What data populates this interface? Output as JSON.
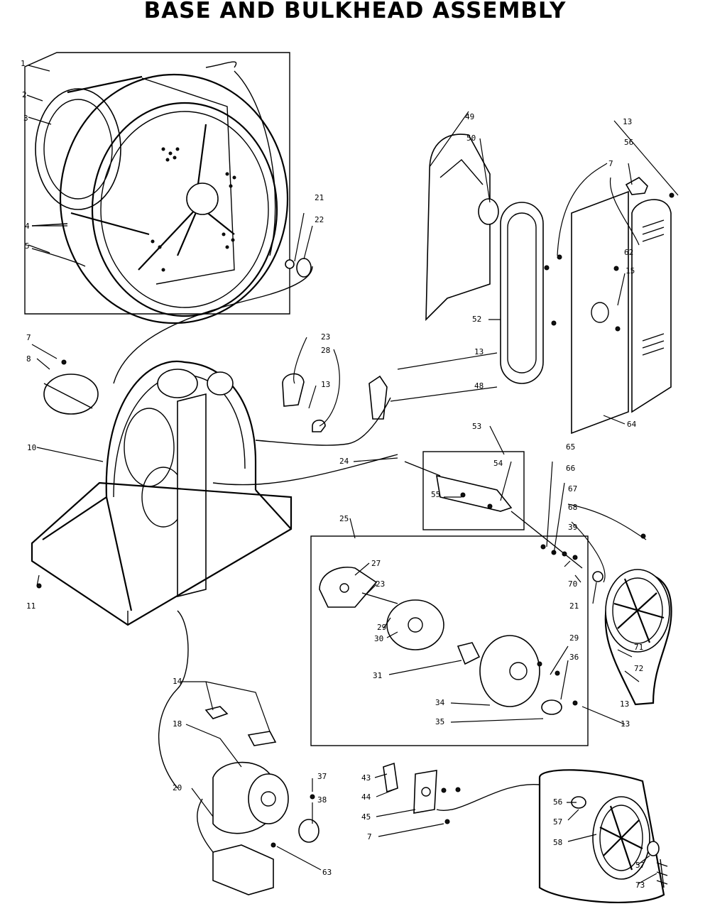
{
  "title": "BASE AND BULKHEAD ASSEMBLY",
  "part_labels": [
    "1",
    "2",
    "3",
    "4",
    "5",
    "21",
    "22",
    "7",
    "8",
    "10",
    "11",
    "23",
    "28",
    "13",
    "13",
    "13",
    "13",
    "48",
    "49",
    "50",
    "52",
    "7",
    "56",
    "62",
    "15",
    "64",
    "53",
    "54",
    "55",
    "24",
    "25",
    "27",
    "23",
    "29",
    "30",
    "31",
    "34",
    "35",
    "29",
    "36",
    "13",
    "65",
    "66",
    "67",
    "68",
    "39",
    "70",
    "21",
    "71",
    "72",
    "14",
    "18",
    "20",
    "37",
    "38",
    "63",
    "43",
    "44",
    "45",
    "7",
    "56",
    "57",
    "58",
    "57",
    "73"
  ]
}
